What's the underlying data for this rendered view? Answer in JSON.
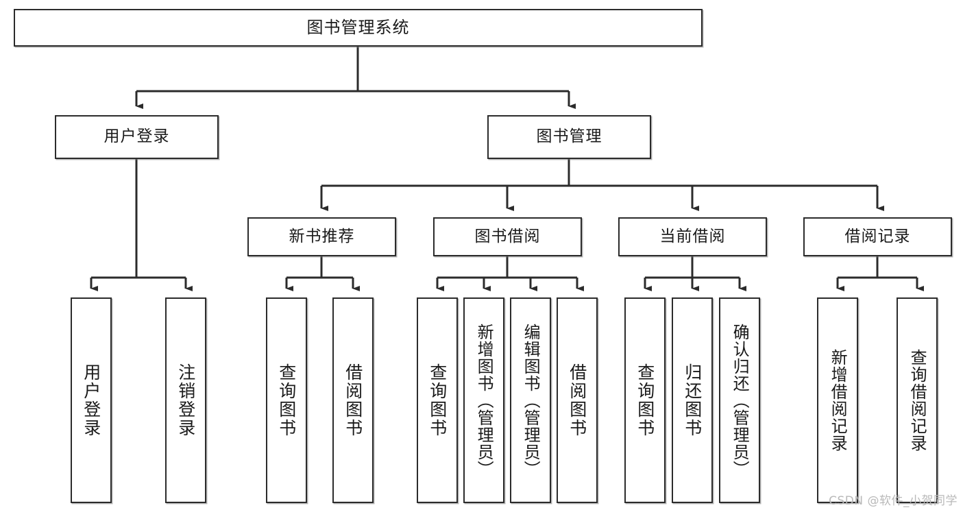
{
  "diagram": {
    "title": "图书管理系统",
    "type": "tree",
    "watermark": "CSDN @软件_小贺同学",
    "colors": {
      "box_border": "#2b2b2b",
      "box_fill": "#ffffff",
      "connector": "#2b2b2b",
      "text": "#1a1a1a",
      "watermark": "#b9b9b9",
      "background": "#ffffff"
    }
  },
  "nodes": {
    "root": {
      "label": "图书管理系统"
    },
    "level2": [
      {
        "label": "用户登录"
      },
      {
        "label": "图书管理"
      }
    ],
    "level3": [
      {
        "label": "新书推荐"
      },
      {
        "label": "图书借阅"
      },
      {
        "label": "当前借阅"
      },
      {
        "label": "借阅记录"
      }
    ],
    "leaves": {
      "user_login": [
        {
          "label": "用户登录"
        },
        {
          "label": "注销登录"
        }
      ],
      "new_book": [
        {
          "label": "查询图书"
        },
        {
          "label": "借阅图书"
        }
      ],
      "book_borrow": [
        {
          "label": "查询图书"
        },
        {
          "label": "新增图书（管理员）"
        },
        {
          "label": "编辑图书（管理员）"
        },
        {
          "label": "借阅图书"
        }
      ],
      "current_borrow": [
        {
          "label": "查询图书"
        },
        {
          "label": "归还图书"
        },
        {
          "label": "确认归还（管理员）"
        }
      ],
      "borrow_record": [
        {
          "label": "新增借阅记录"
        },
        {
          "label": "查询借阅记录"
        }
      ]
    }
  }
}
